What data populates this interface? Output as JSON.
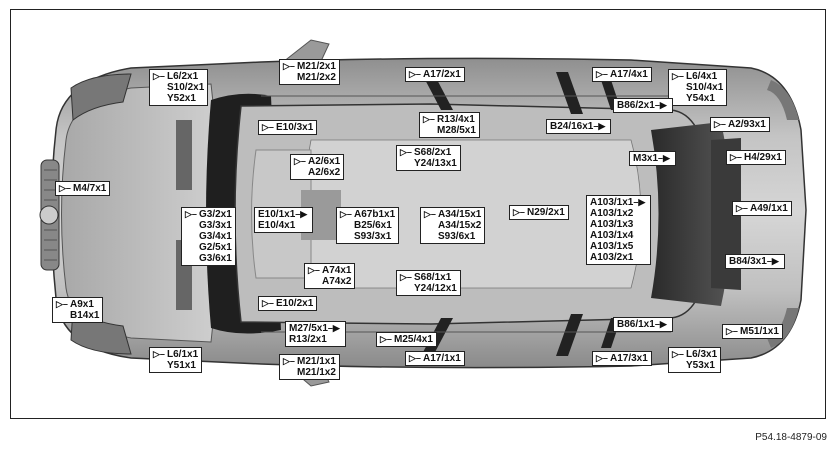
{
  "diagram": {
    "reference": "P54.18-4879-09",
    "connector_icon": "connector-plug-icon",
    "labels": [
      {
        "id": "l6-2-s10-2-y52",
        "lines": [
          "L6/2x1",
          "S10/2x1",
          "Y52x1"
        ]
      },
      {
        "id": "m21-2",
        "lines": [
          "M21/2x1",
          "M21/2x2"
        ]
      },
      {
        "id": "a17-2",
        "lines": [
          "A17/2x1"
        ]
      },
      {
        "id": "a17-4",
        "lines": [
          "A17/4x1"
        ]
      },
      {
        "id": "l6-4-s10-4-y54",
        "lines": [
          "L6/4x1",
          "S10/4x1",
          "Y54x1"
        ]
      },
      {
        "id": "b86-2",
        "lines": [
          "B86/2x1"
        ]
      },
      {
        "id": "e10-3",
        "lines": [
          "E10/3x1"
        ]
      },
      {
        "id": "r13-4-m28-5",
        "lines": [
          "R13/4x1",
          "M28/5x1"
        ]
      },
      {
        "id": "b24-16",
        "lines": [
          "B24/16x1"
        ]
      },
      {
        "id": "a2-93",
        "lines": [
          "A2/93x1"
        ]
      },
      {
        "id": "a2-6",
        "lines": [
          "A2/6x1",
          "A2/6x2"
        ]
      },
      {
        "id": "s68-2-y24-13",
        "lines": [
          "S68/2x1",
          "Y24/13x1"
        ]
      },
      {
        "id": "m3",
        "lines": [
          "M3x1"
        ]
      },
      {
        "id": "h4-29",
        "lines": [
          "H4/29x1"
        ]
      },
      {
        "id": "m4-7",
        "lines": [
          "M4/7x1"
        ]
      },
      {
        "id": "a103-group",
        "lines": [
          "A103/1x1",
          "A103/1x2",
          "A103/1x3",
          "A103/1x4",
          "A103/1x5",
          "A103/2x1"
        ]
      },
      {
        "id": "a49",
        "lines": [
          "A49/1x1"
        ]
      },
      {
        "id": "g-group",
        "lines": [
          "G3/2x1",
          "G3/3x1",
          "G3/4x1",
          "G2/5x1",
          "G3/6x1"
        ]
      },
      {
        "id": "e10-1-e10-4",
        "lines": [
          "E10/1x1",
          "E10/4x1"
        ]
      },
      {
        "id": "a67-b25-s93",
        "lines": [
          "A67b1x1",
          "B25/6x1",
          "S93/3x1"
        ]
      },
      {
        "id": "a34-s93-6",
        "lines": [
          "A34/15x1",
          "A34/15x2",
          "S93/6x1"
        ]
      },
      {
        "id": "n29-2",
        "lines": [
          "N29/2x1"
        ]
      },
      {
        "id": "b84-3",
        "lines": [
          "B84/3x1"
        ]
      },
      {
        "id": "a74",
        "lines": [
          "A74x1",
          "A74x2"
        ]
      },
      {
        "id": "s68-1-y24-12",
        "lines": [
          "S68/1x1",
          "Y24/12x1"
        ]
      },
      {
        "id": "a9-b14",
        "lines": [
          "A9x1",
          "B14x1"
        ]
      },
      {
        "id": "e10-2",
        "lines": [
          "E10/2x1"
        ]
      },
      {
        "id": "m27-r13-2",
        "lines": [
          "M27/5x1",
          "R13/2x1"
        ]
      },
      {
        "id": "m25-4",
        "lines": [
          "M25/4x1"
        ]
      },
      {
        "id": "b86-1",
        "lines": [
          "B86/1x1"
        ]
      },
      {
        "id": "m51-1",
        "lines": [
          "M51/1x1"
        ]
      },
      {
        "id": "l6-1-y51",
        "lines": [
          "L6/1x1",
          "Y51x1"
        ]
      },
      {
        "id": "m21-1",
        "lines": [
          "M21/1x1",
          "M21/1x2"
        ]
      },
      {
        "id": "a17-1",
        "lines": [
          "A17/1x1"
        ]
      },
      {
        "id": "a17-3",
        "lines": [
          "A17/3x1"
        ]
      },
      {
        "id": "l6-3-y53",
        "lines": [
          "L6/3x1",
          "Y53x1"
        ]
      }
    ]
  }
}
